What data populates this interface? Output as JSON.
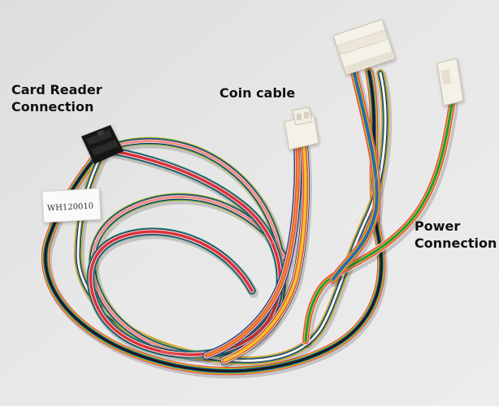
{
  "labels": {
    "card_reader": [
      "Card Reader",
      "Connection"
    ],
    "coin": "Coin cable",
    "power": [
      "Power",
      "Connection"
    ]
  },
  "tag": {
    "text": "WH120010"
  },
  "colors": {
    "background": "#e6e6e6",
    "wire_red": "#d8313d",
    "wire_orange": "#f08a2b",
    "wire_yellow": "#f0c62a",
    "wire_green": "#1e9a4a",
    "wire_blue": "#2f63c4",
    "wire_black": "#1a1a1a",
    "wire_white": "#f7f7f7",
    "wire_pink": "#ef8c86",
    "connector_white": "#f4f1e8",
    "connector_black": "#111111"
  }
}
